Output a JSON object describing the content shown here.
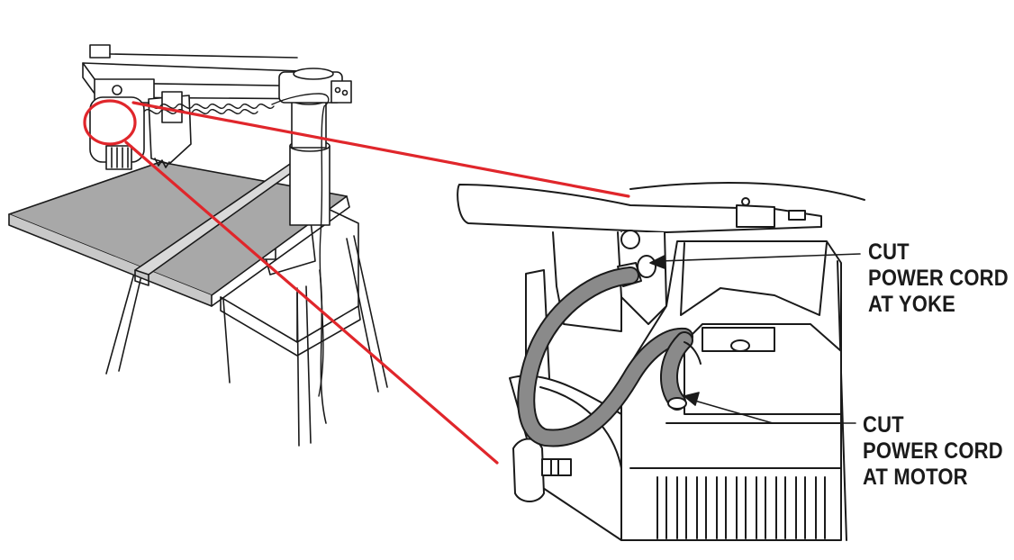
{
  "callouts": {
    "yoke": {
      "line1": "CUT",
      "line2": "POWER CORD",
      "line3": "AT YOKE"
    },
    "motor": {
      "line1": "CUT",
      "line2": "POWER CORD",
      "line3": "AT MOTOR"
    }
  },
  "colors": {
    "highlight": "#e0262b",
    "cord": "#8a8a8a",
    "table": "#a8a8a8",
    "ink": "#1a1a1a"
  }
}
